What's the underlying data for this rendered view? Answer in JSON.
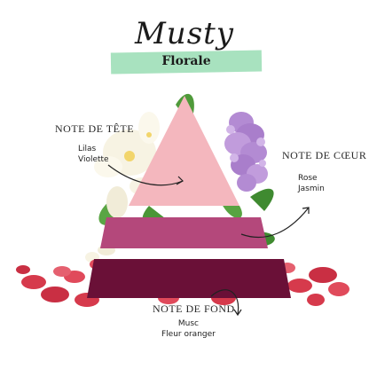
{
  "title": "Musty",
  "family": "Florale",
  "notes": {
    "tete": {
      "heading": "NOTE DE TÊTE",
      "items": [
        "Lilas",
        "Violette"
      ]
    },
    "coeur": {
      "heading": "NOTE DE CŒUR",
      "items": [
        "Rose",
        "Jasmin"
      ]
    },
    "fond": {
      "heading": "NOTE DE FOND",
      "items": [
        "Musc",
        "Fleur oranger"
      ]
    }
  },
  "colors": {
    "tag": "#a8e2bf",
    "pyramid_top": "#f4b7be",
    "pyramid_middle": "#b4487b",
    "pyramid_base": "#6a1037",
    "petal": "#d63a4c",
    "lilac": "#b38bd3",
    "jasmine": "#f7f3e3",
    "leaf": "#4f9a3a"
  }
}
